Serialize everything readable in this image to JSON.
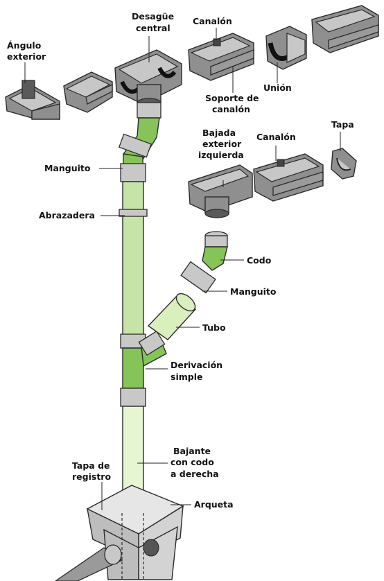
{
  "labels": {
    "angulo_exterior": [
      "Ángulo",
      "exterior"
    ],
    "desague_central": [
      "Desagüe",
      "central"
    ],
    "canalon_top": "Canalón",
    "union": "Unión",
    "soporte_canalon": [
      "Soporte de",
      "canalón"
    ],
    "manguito_upper": "Manguito",
    "abrazadera": "Abrazadera",
    "bajada_exterior": [
      "Bajada",
      "exterior",
      "izquierda"
    ],
    "canalon_right": "Canalón",
    "tapa": "Tapa",
    "codo": "Codo",
    "manguito_right": "Manguito",
    "tubo": "Tubo",
    "derivacion_simple": [
      "Derivación",
      "simple"
    ],
    "bajante": [
      "Bajante",
      "con codo",
      "a derecha"
    ],
    "tapa_registro": [
      "Tapa de",
      "registro"
    ],
    "arqueta": "Arqueta"
  },
  "colors": {
    "gutter_grey": "#8f8f8f",
    "pipe_green": "#c7e4a8",
    "fitting_green": "#86c45a",
    "box_grey": "#d3d3d3"
  }
}
